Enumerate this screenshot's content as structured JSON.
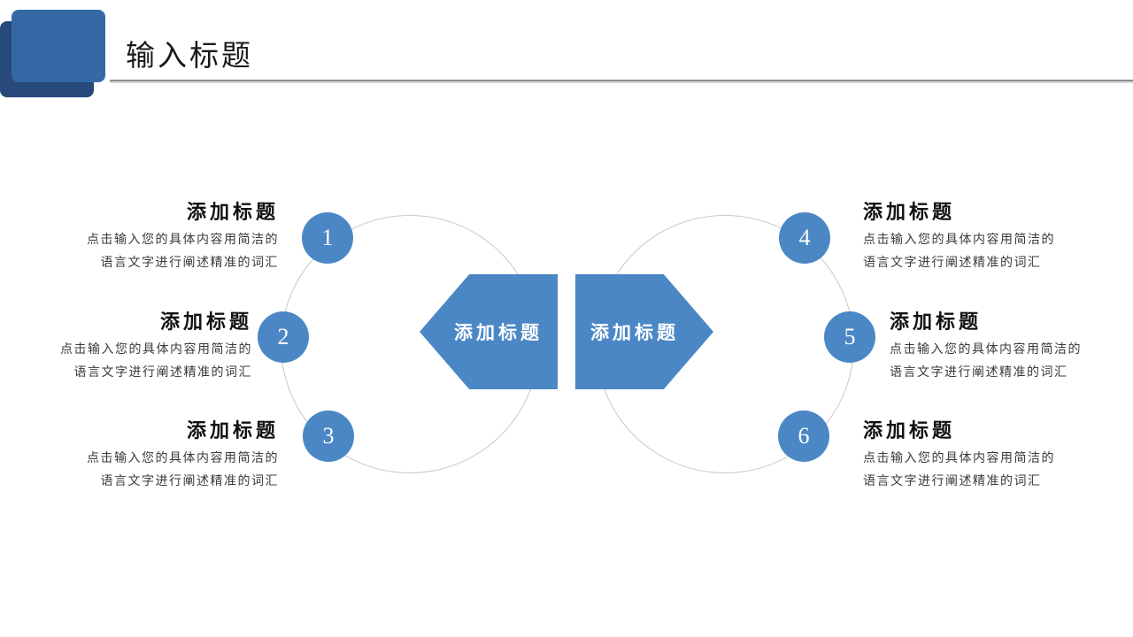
{
  "title": "输入标题",
  "center": {
    "left_label": "添加标题",
    "right_label": "添加标题"
  },
  "items": [
    {
      "number": "1",
      "title": "添加标题",
      "desc1": "点击输入您的具体内容用简洁的",
      "desc2": "语言文字进行阐述精准的词汇"
    },
    {
      "number": "2",
      "title": "添加标题",
      "desc1": "点击输入您的具体内容用简洁的",
      "desc2": "语言文字进行阐述精准的词汇"
    },
    {
      "number": "3",
      "title": "添加标题",
      "desc1": "点击输入您的具体内容用简洁的",
      "desc2": "语言文字进行阐述精准的词汇"
    },
    {
      "number": "4",
      "title": "添加标题",
      "desc1": "点击输入您的具体内容用简洁的",
      "desc2": "语言文字进行阐述精准的词汇"
    },
    {
      "number": "5",
      "title": "添加标题",
      "desc1": "点击输入您的具体内容用简洁的",
      "desc2": "语言文字进行阐述精准的词汇"
    },
    {
      "number": "6",
      "title": "添加标题",
      "desc1": "点击输入您的具体内容用简洁的",
      "desc2": "语言文字进行阐述精准的词汇"
    }
  ],
  "colors": {
    "accent_blue": "#4b87c5",
    "decoration_front_blue": "#3569a6",
    "decoration_back_blue": "#27497b",
    "ring_outline_gray": "#c9c9c9",
    "divider_gray": "#8c8c8c"
  }
}
